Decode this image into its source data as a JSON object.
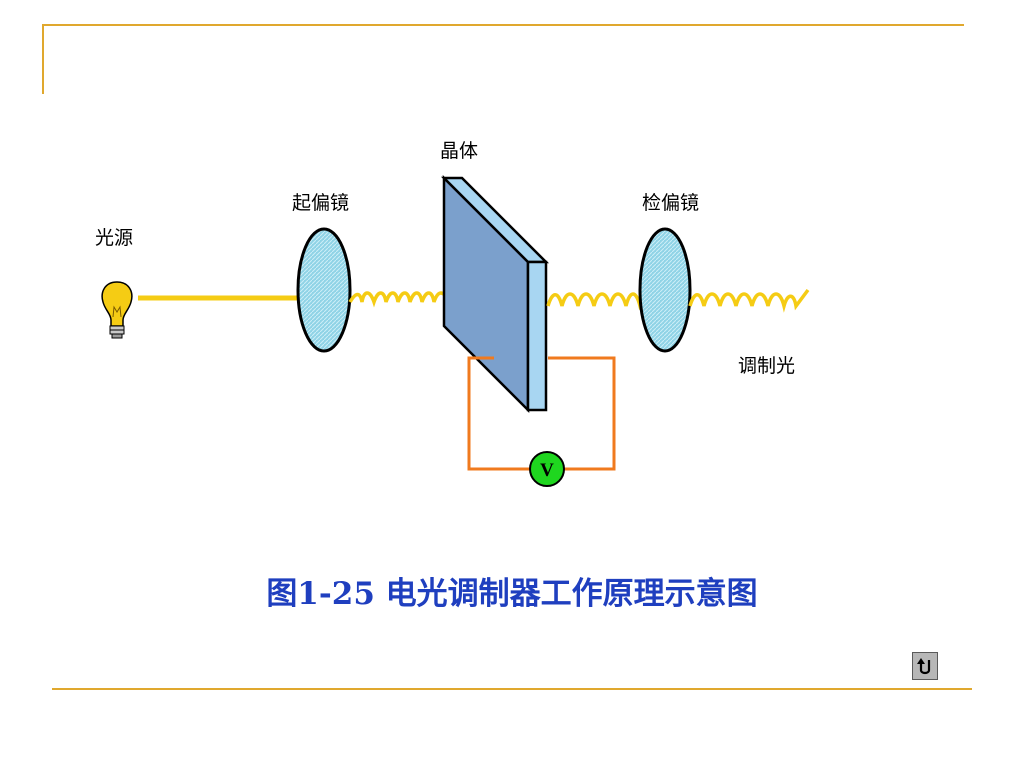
{
  "labels": {
    "light_source": "光源",
    "polarizer": "起偏镜",
    "crystal": "晶体",
    "analyzer": "检偏镜",
    "modulated_light": "调制光"
  },
  "voltmeter_symbol": "V",
  "caption": "图1-25  电光调制器工作原理示意图",
  "icons": {
    "light_source": "light-bulb-icon",
    "return": "u-turn-return-icon"
  },
  "colors": {
    "frame": "#e0a82e",
    "beam": "#f5cc14",
    "crystal_face": "#7ba0cc",
    "crystal_edge": "#a8d6f2",
    "lens_fill": "#8fd3e6",
    "circuit_wire": "#f07a1e",
    "voltmeter": "#1fd61f",
    "caption": "#1f3fbf"
  }
}
